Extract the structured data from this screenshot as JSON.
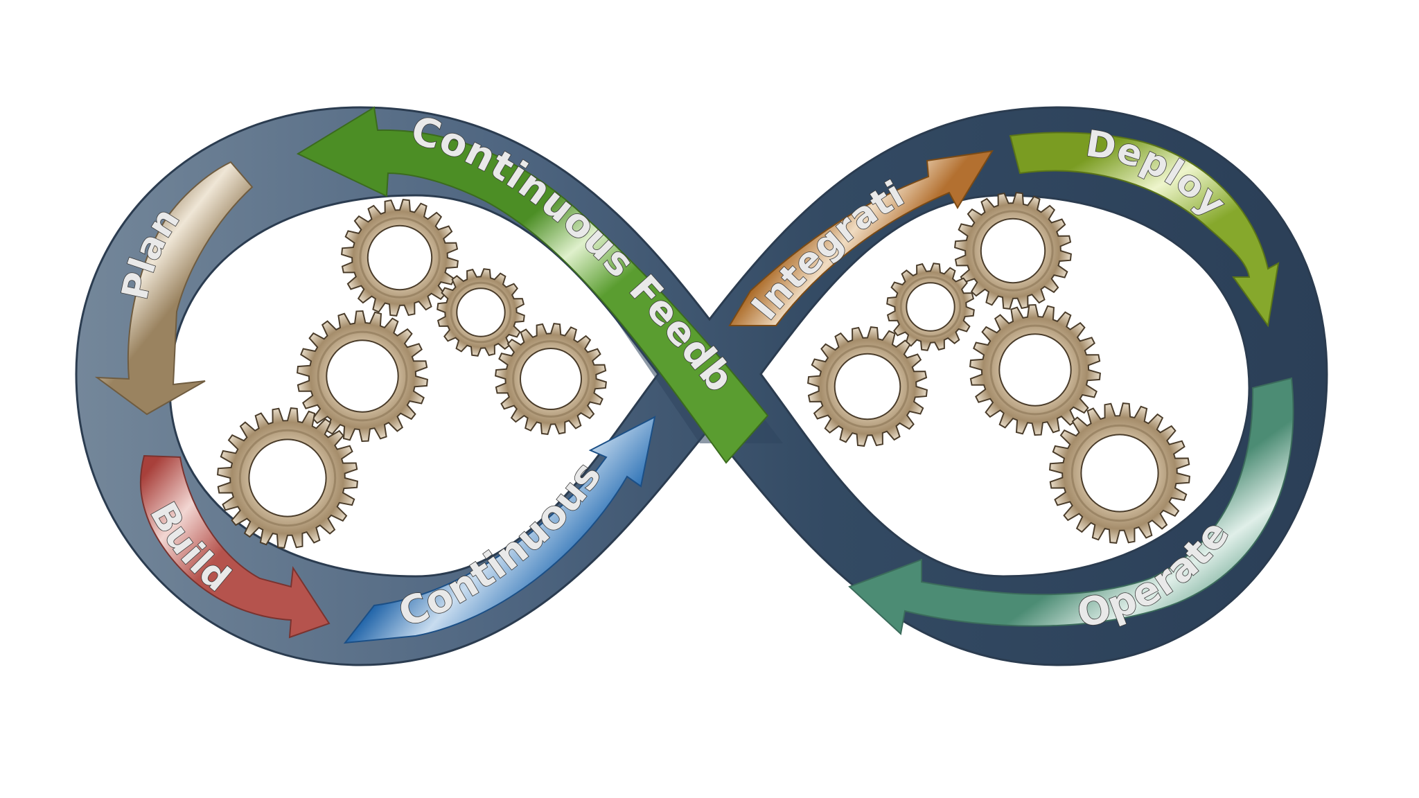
{
  "labels": {
    "plan": "Plan",
    "build": "Build",
    "continuous": "Continuous",
    "continuous_feedback": "Continuous Feedback",
    "integration": "Integration",
    "deploy": "Deploy",
    "operate": "Operate"
  },
  "colors": {
    "band": "#39506a",
    "band_light": "#7d8d9e",
    "plan": "#a8916c",
    "build": "#b85a55",
    "continuous": "#2f79bd",
    "feedback": "#5f9f33",
    "integration": "#b9762f",
    "deploy": "#8aac30",
    "operate": "#5f9d86",
    "gear": "#b6a287"
  },
  "gear_count": 10
}
